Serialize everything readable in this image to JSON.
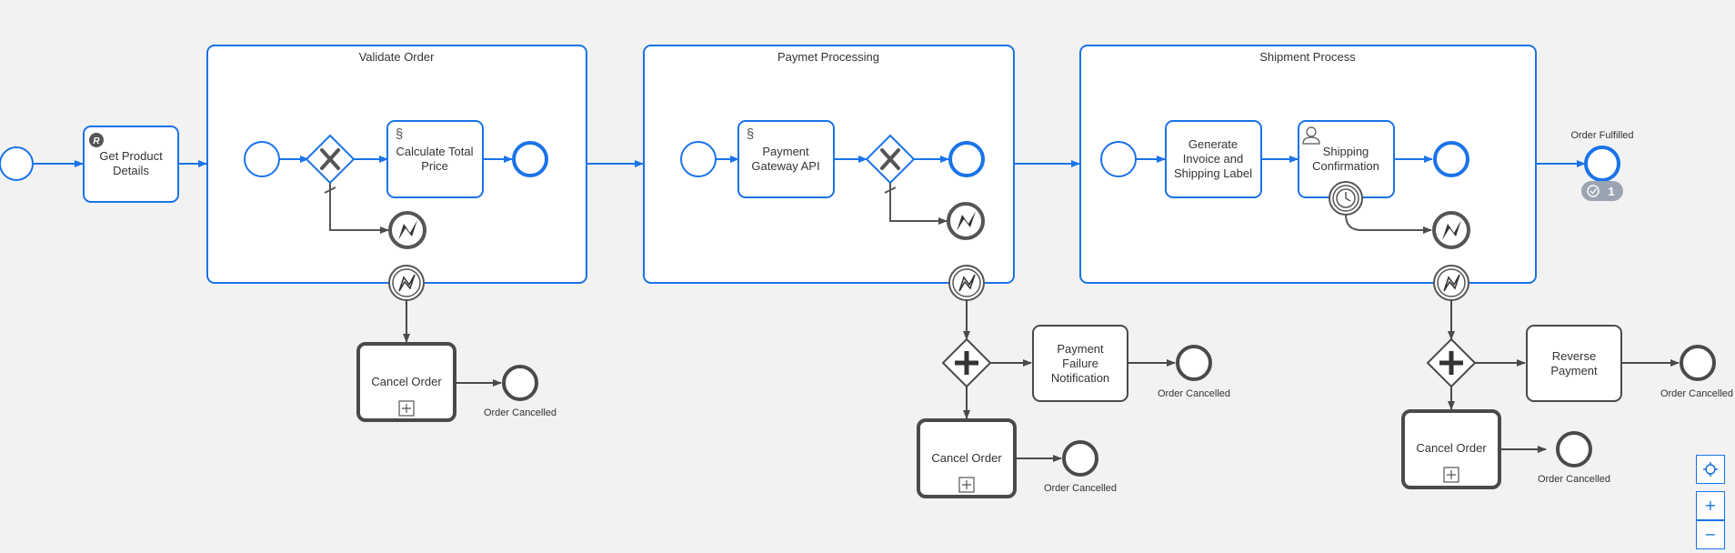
{
  "subprocesses": {
    "validate": {
      "title": "Validate Order"
    },
    "payment": {
      "title": "Paymet Processing"
    },
    "shipment": {
      "title": "Shipment Process"
    }
  },
  "tasks": {
    "get_product": "Get Product Details",
    "calc_price": "Calculate Total Price",
    "payment_api": "Payment Gateway API",
    "gen_invoice": "Generate Invoice and Shipping Label",
    "ship_confirm": "Shipping Confirmation",
    "payment_failure": "Payment Failure Notification",
    "reverse_payment": "Reverse Payment",
    "cancel_order": "Cancel Order"
  },
  "events": {
    "order_fulfilled": "Order Fulfilled",
    "order_cancelled": "Order Cancelled"
  },
  "badge": {
    "count": "1"
  },
  "zoom": {
    "fit_icon": "crosshair-icon",
    "zoom_in": "+",
    "zoom_out": "−"
  },
  "colors": {
    "active": "#1a73e8",
    "inactive": "#555555",
    "background": "#f2f2f2"
  }
}
